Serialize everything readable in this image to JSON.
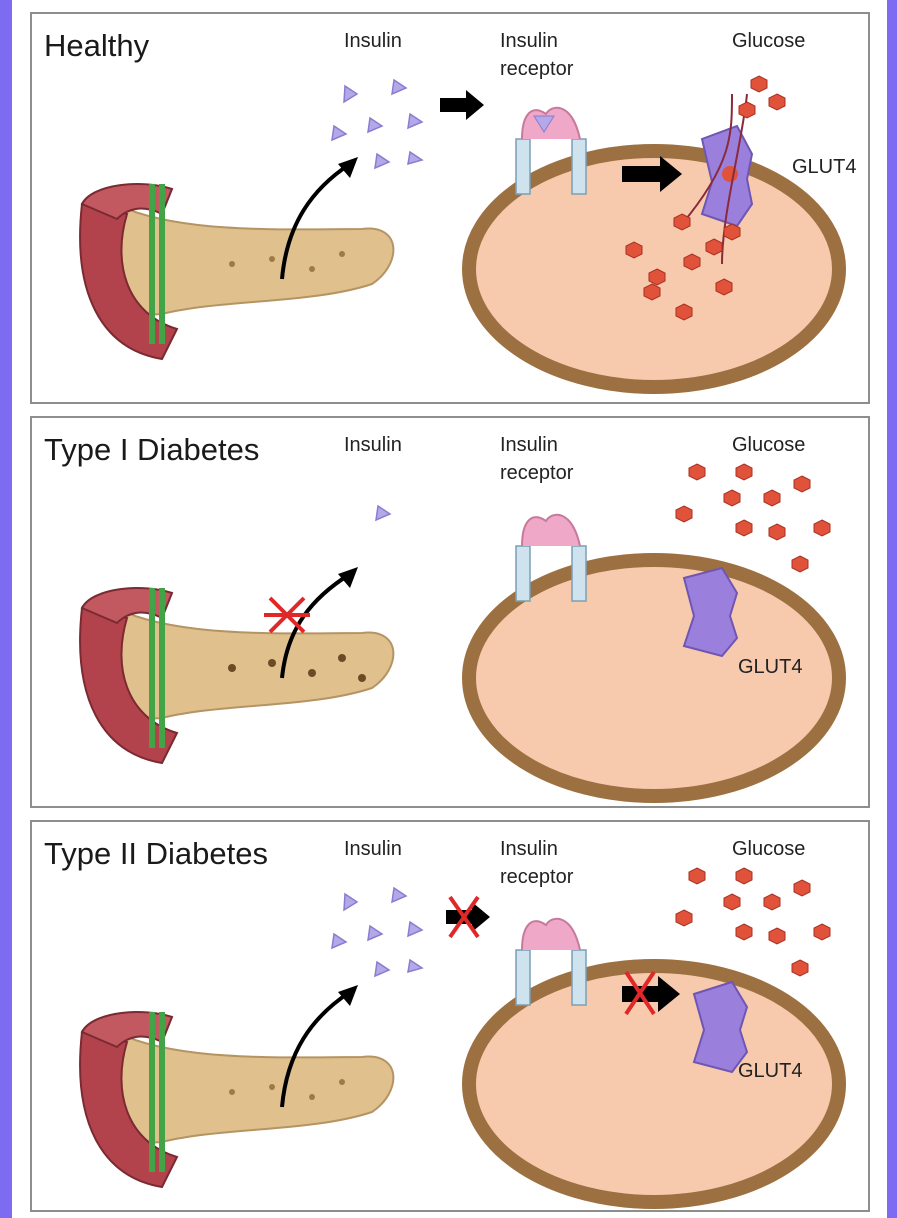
{
  "panels": [
    {
      "title": "Healthy",
      "insulin_label": "Insulin",
      "receptor_label_line1": "Insulin",
      "receptor_label_line2": "receptor",
      "glucose_label": "Glucose",
      "glut4_label": "GLUT4"
    },
    {
      "title": "Type I Diabetes",
      "insulin_label": "Insulin",
      "receptor_label_line1": "Insulin",
      "receptor_label_line2": "receptor",
      "glucose_label": "Glucose",
      "glut4_label": "GLUT4"
    },
    {
      "title": "Type II Diabetes",
      "insulin_label": "Insulin",
      "receptor_label_line1": "Insulin",
      "receptor_label_line2": "receptor",
      "glucose_label": "Glucose",
      "glut4_label": "GLUT4"
    }
  ],
  "colors": {
    "background": "#7d6cf2",
    "cell_fill": "#f7c9ad",
    "cell_membrane": "#9c7040",
    "glucose": "#e0523a",
    "insulin": "#b4a8e8",
    "glut4": "#9b7fdc",
    "receptor": "#efa8c8",
    "block_x": "#e02828",
    "pancreas": "#e0c08c",
    "duodenum": "#b2434d",
    "duct": "#43a447"
  }
}
